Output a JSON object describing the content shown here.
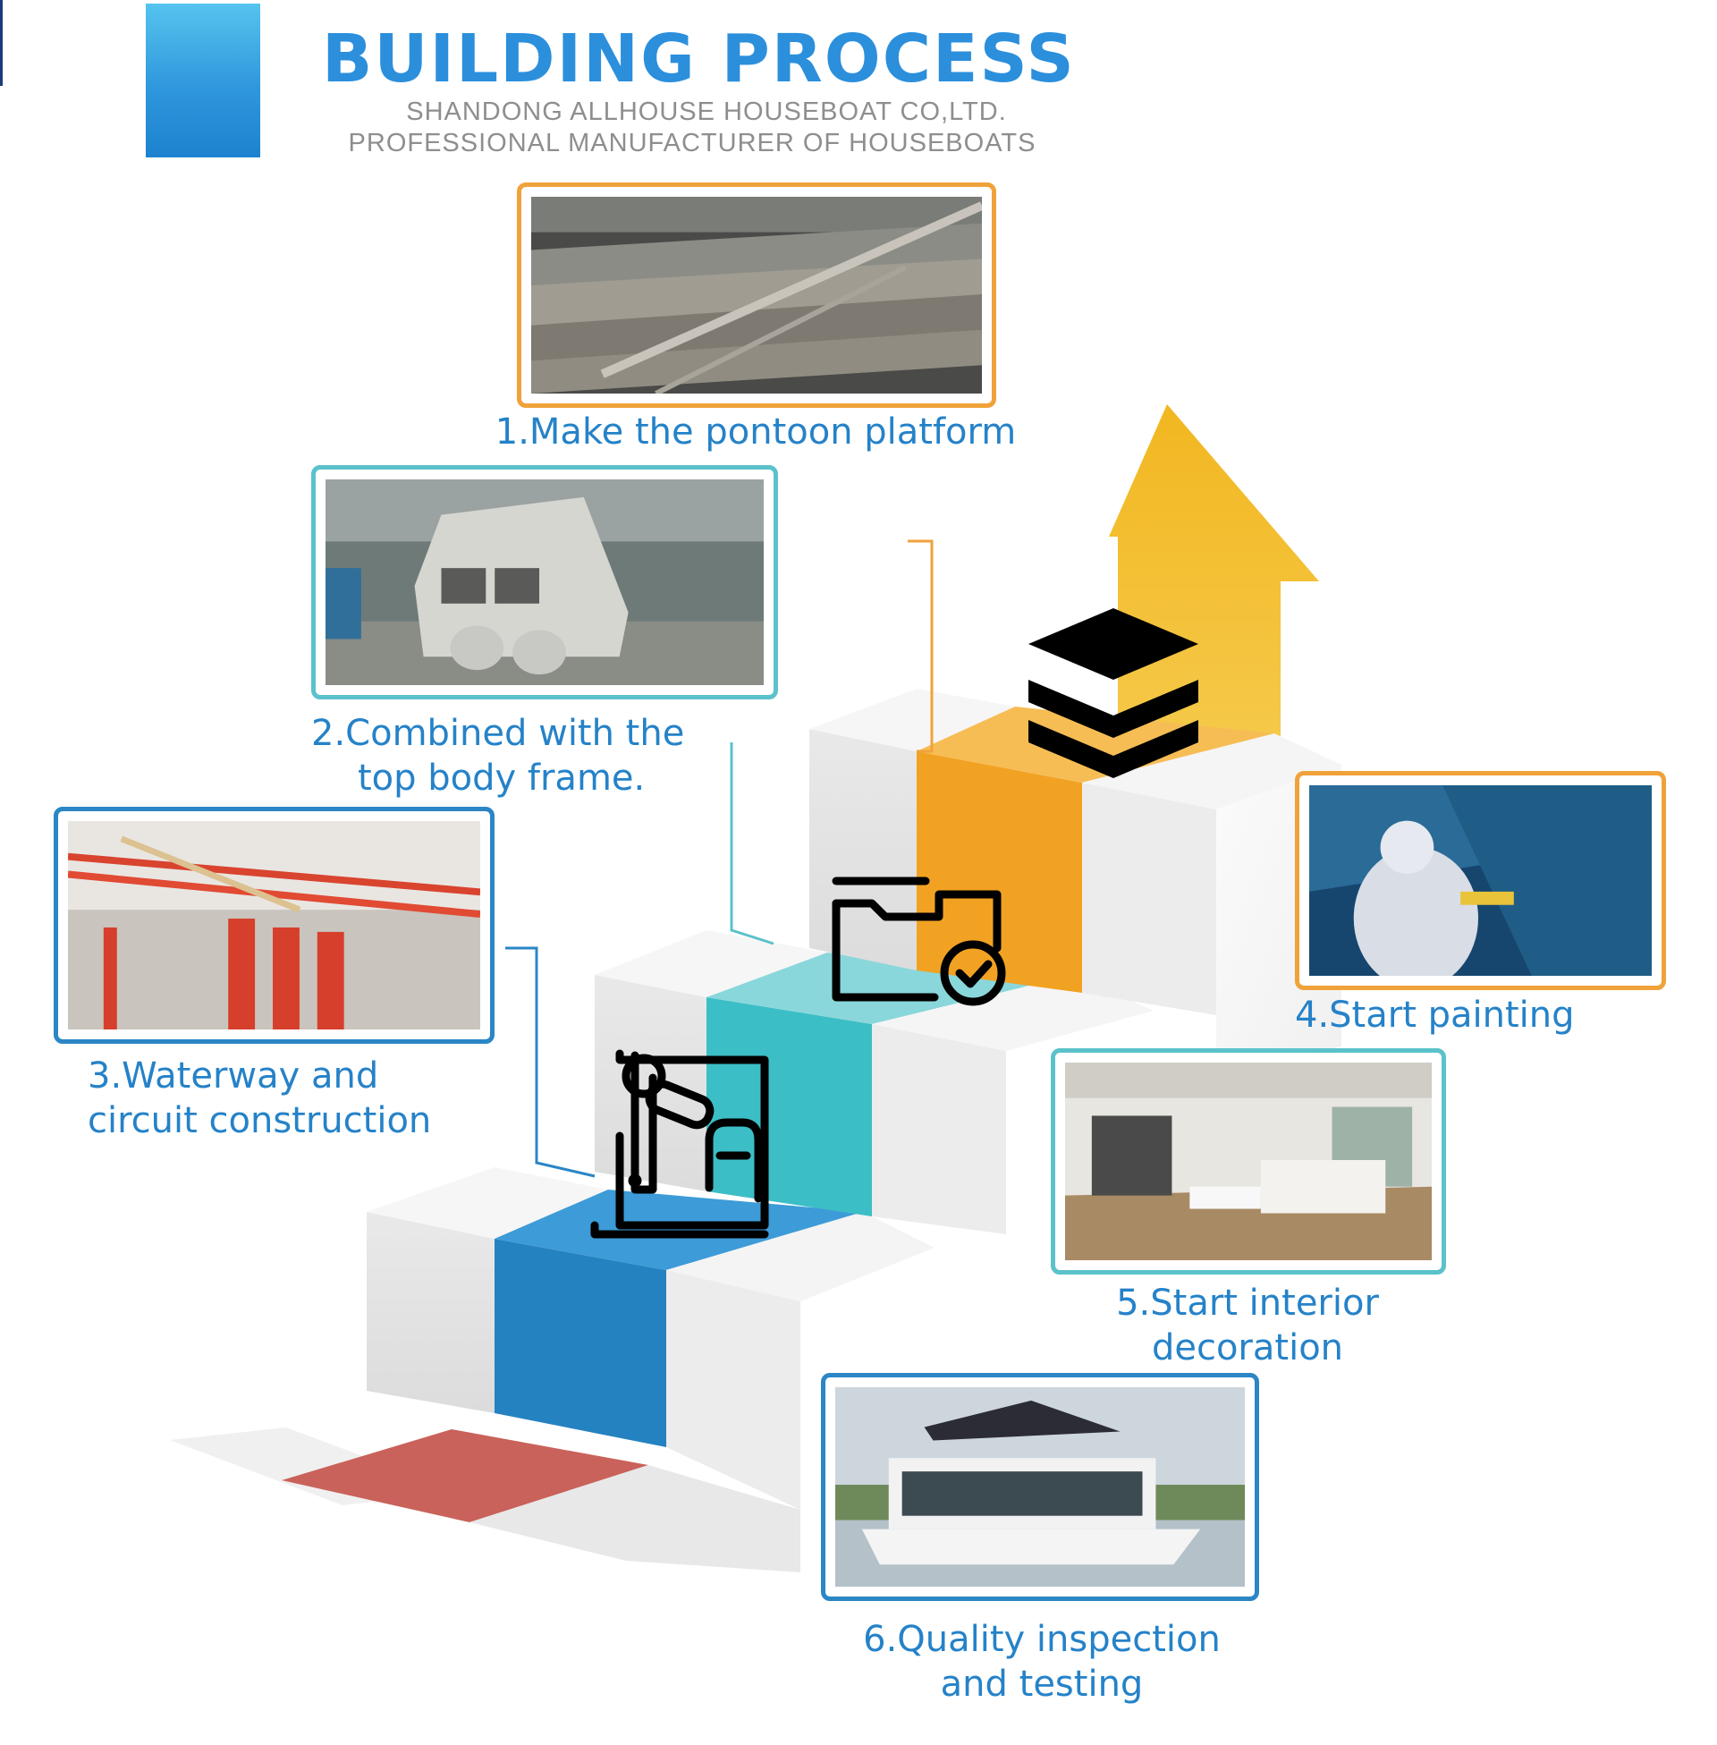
{
  "header": {
    "title": "BUILDING PROCESS",
    "subtitle_line1": "SHANDONG ALLHOUSE HOUSEBOAT CO,LTD.",
    "subtitle_line2": "PROFESSIONAL MANUFACTURER OF HOUSEBOATS"
  },
  "steps": [
    {
      "label": "1.Make the pontoon platform",
      "photo": "pontoon-platform-photo"
    },
    {
      "line1": "2.Combined with the",
      "line2": "top body frame.",
      "photo": "body-frame-photo"
    },
    {
      "line1": "3.Waterway and",
      "line2": "circuit construction",
      "photo": "waterway-circuit-photo"
    },
    {
      "label": "4.Start painting",
      "photo": "painting-photo"
    },
    {
      "line1": "5.Start interior",
      "line2": "decoration",
      "photo": "interior-decoration-photo"
    },
    {
      "line1": "6.Quality inspection",
      "line2": "and testing",
      "photo": "quality-inspection-photo"
    }
  ],
  "icons": [
    "layers-icon",
    "folder-check-icon",
    "machine-icon",
    "up-arrow-icon"
  ],
  "colors": {
    "title_blue": "#2b8fdc",
    "caption_blue": "#2582c8",
    "orange": "#f0a23a",
    "teal": "#5bc2cb",
    "blue": "#2b86c5",
    "step_red": "#c9625a",
    "arrow_yellow": "#f2b721"
  }
}
